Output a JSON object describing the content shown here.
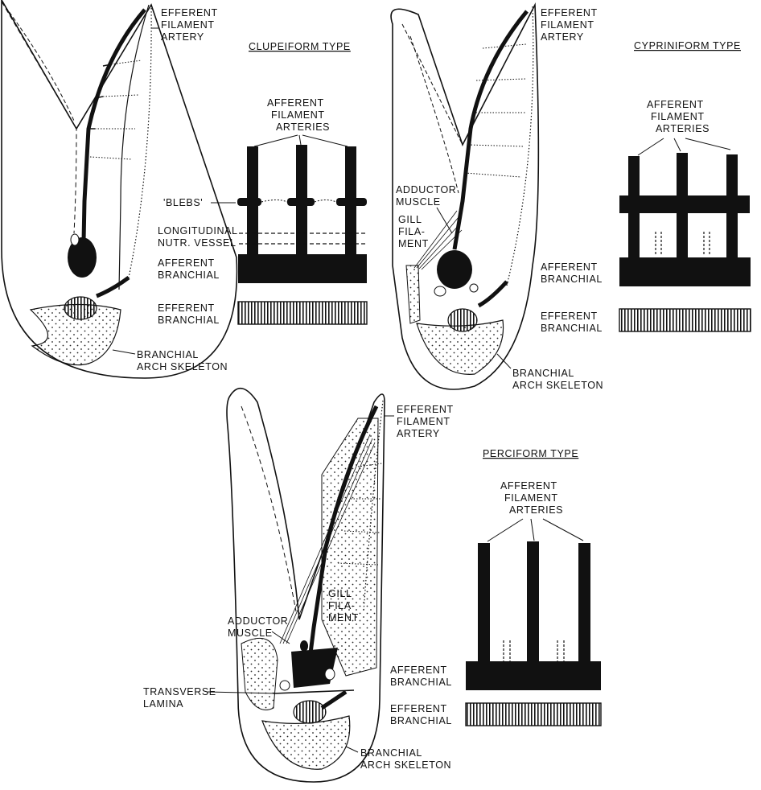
{
  "clupeiform": {
    "title": "CLUPEIFORM TYPE",
    "efferent_filament_artery": [
      "EFFERENT",
      "FILAMENT",
      "ARTERY"
    ],
    "afferent_filament_arteries": [
      "AFFERENT",
      "FILAMENT",
      "ARTERIES"
    ],
    "blebs": "'BLEBS'",
    "longitudinal_vessel": [
      "LONGITUDINAL",
      "NUTR. VESSEL"
    ],
    "afferent_branchial": [
      "AFFERENT",
      "BRANCHIAL"
    ],
    "efferent_branchial": [
      "EFFERENT",
      "BRANCHIAL"
    ],
    "branchial_arch_skeleton": [
      "BRANCHIAL",
      "ARCH SKELETON"
    ]
  },
  "cypriniform": {
    "title": "CYPRINIFORM TYPE",
    "efferent_filament_artery": [
      "EFFERENT",
      "FILAMENT",
      "ARTERY"
    ],
    "afferent_filament_arteries": [
      "AFFERENT",
      "FILAMENT",
      "ARTERIES"
    ],
    "adductor_muscle": [
      "ADDUCTOR",
      "MUSCLE"
    ],
    "gill_filament": [
      "GILL",
      "FILA-",
      "MENT"
    ],
    "afferent_branchial": [
      "AFFERENT",
      "BRANCHIAL"
    ],
    "efferent_branchial": [
      "EFFERENT",
      "BRANCHIAL"
    ],
    "branchial_arch_skeleton": [
      "BRANCHIAL",
      "ARCH SKELETON"
    ]
  },
  "perciform": {
    "title": "PERCIFORM TYPE",
    "efferent_filament_artery": [
      "EFFERENT",
      "FILAMENT",
      "ARTERY"
    ],
    "afferent_filament_arteries": [
      "AFFERENT",
      "FILAMENT",
      "ARTERIES"
    ],
    "adductor_muscle": [
      "ADDUCTOR",
      "MUSCLE"
    ],
    "gill_filament": [
      "GILL",
      "FILA-",
      "MENT"
    ],
    "transverse_lamina": [
      "TRANSVERSE",
      "LAMINA"
    ],
    "afferent_branchial": [
      "AFFERENT",
      "BRANCHIAL"
    ],
    "efferent_branchial": [
      "EFFERENT",
      "BRANCHIAL"
    ],
    "branchial_arch_skeleton": [
      "BRANCHIAL",
      "ARCH SKELETON"
    ]
  }
}
